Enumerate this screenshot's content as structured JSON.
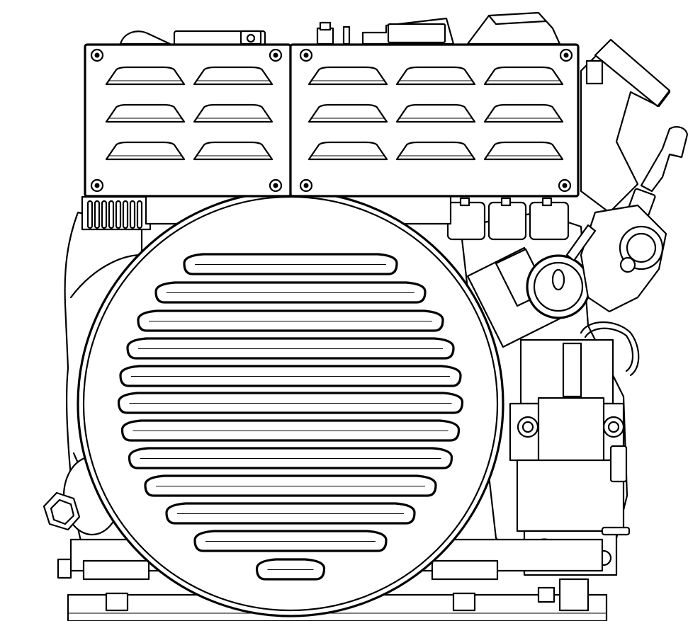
{
  "drawing": {
    "subject": "",
    "line_color": "#000000",
    "background_color": "#ffffff"
  },
  "louver_cover": {
    "left_panel_slots": 6,
    "right_panel_slots": 9,
    "screws": 8
  },
  "fan_shroud": {
    "grille_bars": 12
  },
  "parts": {
    "ribs": 8
  }
}
